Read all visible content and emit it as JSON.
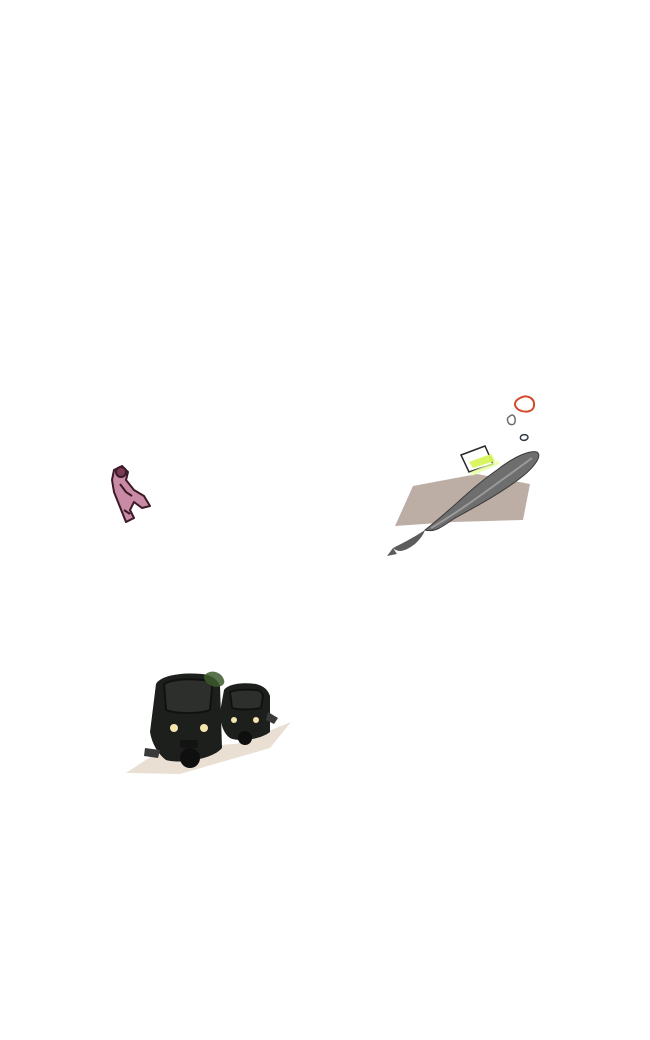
{
  "scene": {
    "background_color": "#ffffff",
    "elements": [
      {
        "name": "pink-figure-cutout",
        "description_icon": "sitting-person-icon",
        "colors": {
          "fill": "#c98aa6",
          "outline": "#3b1a26"
        }
      },
      {
        "name": "whale-collage",
        "description_icon": "whale-icon",
        "colors": {
          "whale": "#6e6e6e",
          "shadow": "#b9aaa0",
          "highlight": "#d7f45a",
          "bubble_red": "#d34a2a",
          "bubble_dark": "#2f3b49"
        }
      },
      {
        "name": "auto-rickshaws-cutout",
        "description_icon": "auto-rickshaw-icon",
        "colors": {
          "body": "#1d1f1d",
          "ground": "#e9dfd3",
          "lights": "#f5e6b0"
        }
      }
    ]
  }
}
